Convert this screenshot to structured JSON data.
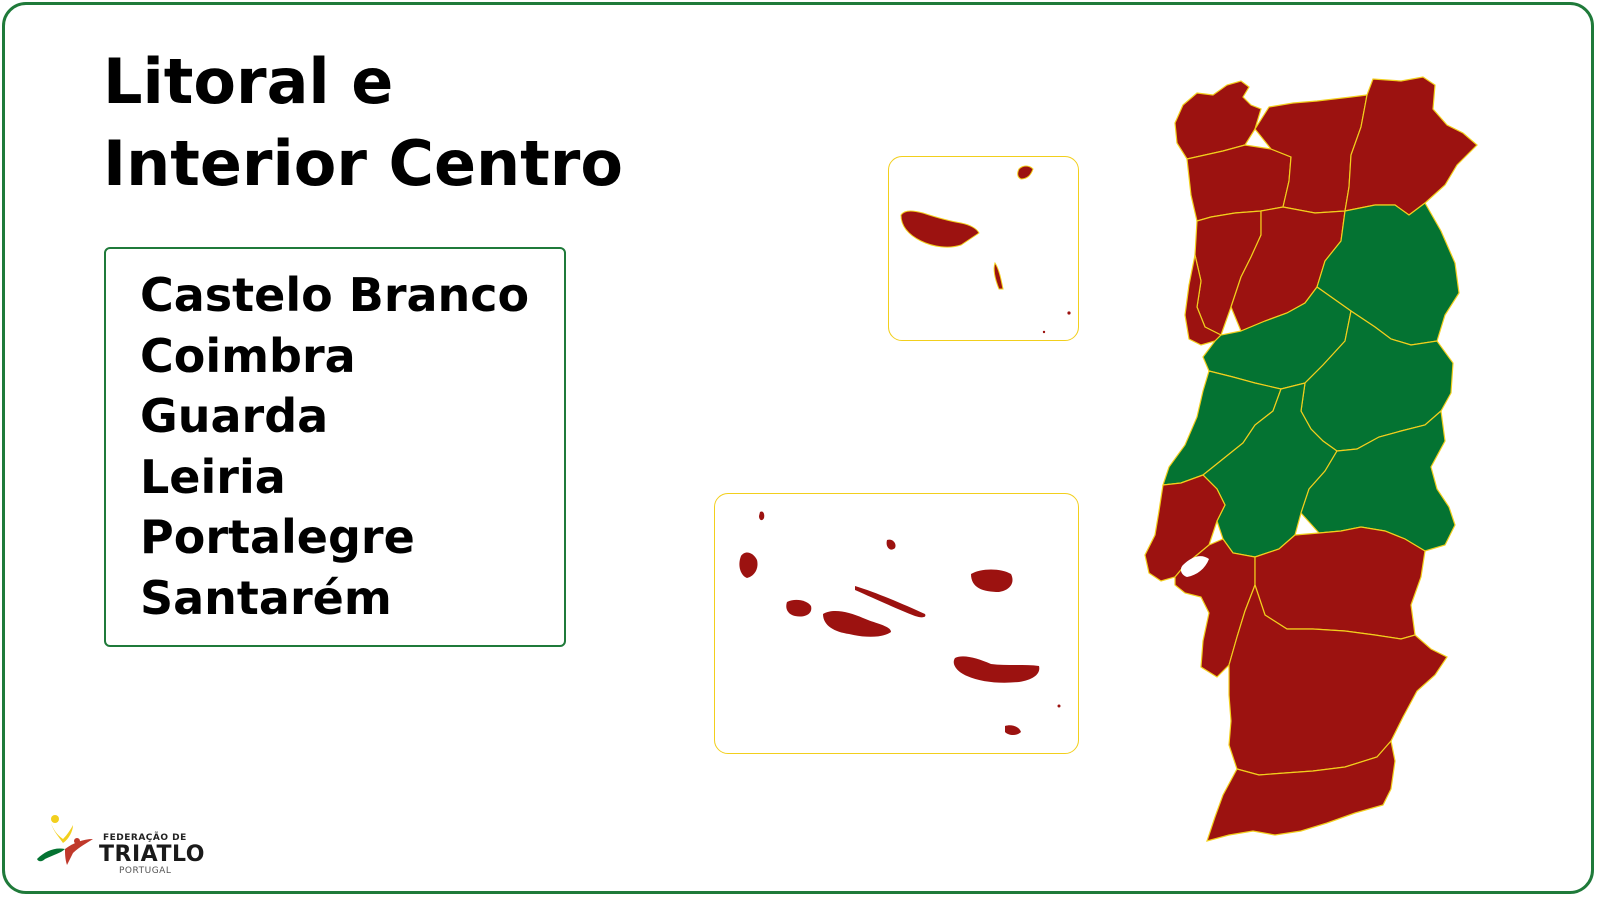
{
  "title": {
    "line1": "Litoral e",
    "line2": "Interior Centro"
  },
  "districts": [
    "Castelo Branco",
    "Coimbra",
    "Guarda",
    "Leiria",
    "Portalegre",
    "Santarém"
  ],
  "logo": {
    "top": "FEDERAÇÃO DE",
    "main": "TRIATLO",
    "sub": "PORTUGAL"
  },
  "colors": {
    "highlight": "#047332",
    "other": "#9c1210",
    "border": "#f2cf1d",
    "frame": "#1f7a3a"
  }
}
